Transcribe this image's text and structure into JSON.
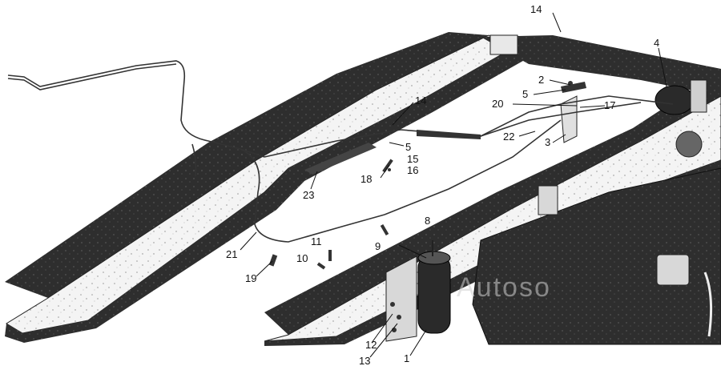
{
  "diagram": {
    "watermark": "Autoso",
    "callouts": [
      {
        "id": "c14a",
        "text": "14"
      },
      {
        "id": "c4",
        "text": "4"
      },
      {
        "id": "c2",
        "text": "2"
      },
      {
        "id": "c5a",
        "text": "5"
      },
      {
        "id": "c20",
        "text": "20"
      },
      {
        "id": "c17",
        "text": "17"
      },
      {
        "id": "c14b",
        "text": "14"
      },
      {
        "id": "c22",
        "text": "22"
      },
      {
        "id": "c3",
        "text": "3"
      },
      {
        "id": "c5b",
        "text": "5"
      },
      {
        "id": "c15",
        "text": "15"
      },
      {
        "id": "c16",
        "text": "16"
      },
      {
        "id": "c18",
        "text": "18"
      },
      {
        "id": "c23",
        "text": "23"
      },
      {
        "id": "c8",
        "text": "8"
      },
      {
        "id": "c9",
        "text": "9"
      },
      {
        "id": "c11",
        "text": "11"
      },
      {
        "id": "c10",
        "text": "10"
      },
      {
        "id": "c21",
        "text": "21"
      },
      {
        "id": "c19",
        "text": "19"
      },
      {
        "id": "c12",
        "text": "12"
      },
      {
        "id": "c13",
        "text": "13"
      },
      {
        "id": "c1",
        "text": "1"
      }
    ]
  }
}
